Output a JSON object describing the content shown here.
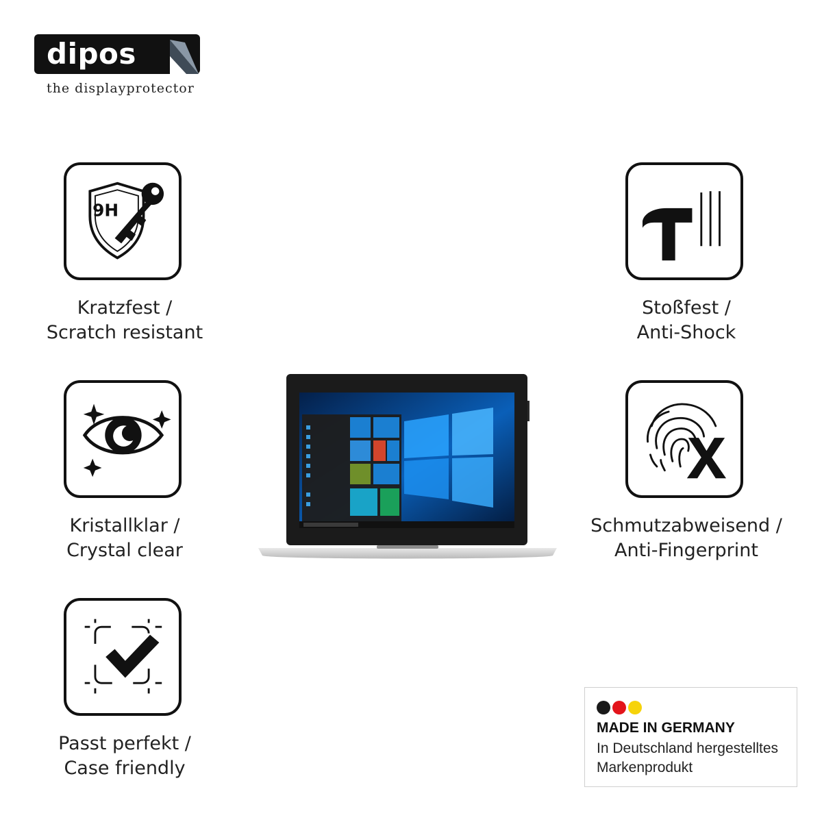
{
  "brand": {
    "name": "dipos",
    "tagline": "the displayprotector"
  },
  "features": [
    {
      "line1": "Kratzfest /",
      "line2": "Scratch resistant",
      "icon": "shield-key-9h-icon",
      "icon_text": "9H"
    },
    {
      "line1": "Stoßfest /",
      "line2": "Anti-Shock",
      "icon": "hammer-icon"
    },
    {
      "line1": "Kristallklar /",
      "line2": "Crystal clear",
      "icon": "eye-sparkle-icon"
    },
    {
      "line1": "Schmutzabweisend /",
      "line2": "Anti-Fingerprint",
      "icon": "fingerprint-x-icon"
    },
    {
      "line1": "Passt perfekt /",
      "line2": "Case friendly",
      "icon": "checkmark-frame-icon"
    }
  ],
  "product_image": "laptop-tablet-windows-screen",
  "badge": {
    "title": "MADE IN GERMANY",
    "line1": "In Deutschland hergestelltes",
    "line2": "Markenprodukt",
    "flag_colors": [
      "#1a1a1a",
      "#e3141b",
      "#f6d30b"
    ]
  },
  "colors": {
    "ink": "#111111",
    "background": "#ffffff",
    "screen_blue": "#0a6fd1"
  }
}
